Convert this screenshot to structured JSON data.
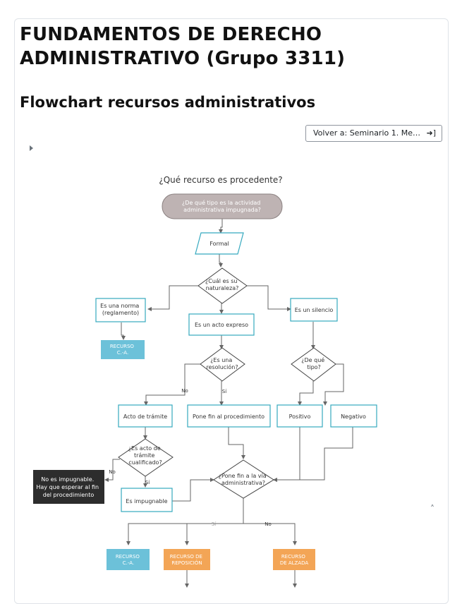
{
  "header": {
    "course_title": "FUNDAMENTOS DE DERECHO ADMINISTRATIVO (Grupo 3311)",
    "page_title": "Flowchart recursos administrativos",
    "back_button_label": "Volver a: Seminario 1. Me…"
  },
  "colors": {
    "teal_border": "#35a9bf",
    "start_fill": "#beb3b3",
    "recurso_ca_fill": "#6cc1d9",
    "recurso_orange_fill": "#f3a556",
    "dark_fill": "#2d2d2d",
    "connector": "#666666"
  },
  "icons": [
    "disclosure-triangle-icon",
    "arrow-right-to-bracket-icon",
    "chevron-up-icon"
  ],
  "flowchart": {
    "heading": "¿Qué recurso es procedente?",
    "start": [
      "¿De qué tipo es la actividad",
      "administrativa impugnada?"
    ],
    "formal": "Formal",
    "d_naturaleza": [
      "¿Cuál es su",
      "naturaleza?"
    ],
    "norma": [
      "Es una norma",
      "(reglamento)"
    ],
    "acto_expreso": "Es un acto expreso",
    "silencio": "Es un silencio",
    "recurso_ca_1": [
      "RECURSO",
      "C.-A."
    ],
    "d_resolucion": [
      "¿Es una",
      "resolución?"
    ],
    "d_tipo": [
      "¿De qué",
      "tipo?"
    ],
    "label_no_1": "No",
    "label_si_1": "Sí",
    "acto_tramite": "Acto de trámite",
    "pone_fin": "Pone fin al procedimiento",
    "positivo": "Positivo",
    "negativo": "Negativo",
    "d_tramite": [
      "¿Es acto de",
      "trámite",
      "cualificado?"
    ],
    "label_no_2": "No",
    "label_si_2": "Sí",
    "no_impugnable": [
      "No es impugnable.",
      "Hay que esperar al fin",
      "del procedimiento"
    ],
    "impugnable": "Es impugnable",
    "d_via": [
      "¿Pone fin a la vía",
      "administrativa?"
    ],
    "label_si_3": "Sí",
    "label_no_3": "No",
    "recurso_ca_2": [
      "RECURSO",
      "C.-A."
    ],
    "reposicion": [
      "RECURSO DE",
      "REPOSICIÓN"
    ],
    "alzada": [
      "RECURSO",
      "DE ALZADA"
    ]
  }
}
